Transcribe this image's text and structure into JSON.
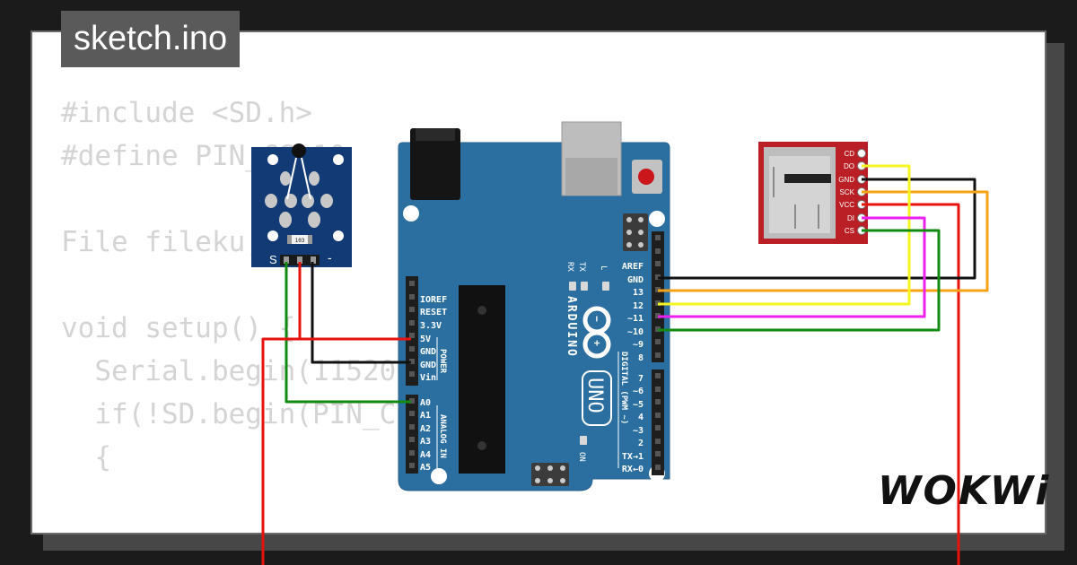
{
  "title": "sketch.ino",
  "brand": "WOKWi",
  "code": {
    "lines": [
      "#include <SD.h>",
      "#define PIN_CS 10",
      "",
      "File fileku,root;",
      "",
      "void setup() {",
      "  Serial.begin(115200);",
      "  if(!SD.begin(PIN_CS))",
      "  {"
    ]
  },
  "sensor": {
    "pin_minus": "-",
    "pin_s": "S",
    "chip_label": "103"
  },
  "arduino": {
    "power_pins": [
      "IOREF",
      "RESET",
      "3.3V",
      "5V",
      "GND",
      "GND",
      "Vin"
    ],
    "power_label": "POWER",
    "analog_pins": [
      "A0",
      "A1",
      "A2",
      "A3",
      "A4",
      "A5"
    ],
    "analog_label": "ANALOG IN",
    "digital_top": [
      "AREF",
      "GND",
      "13",
      "12",
      "~11",
      "~10",
      "~9",
      "8"
    ],
    "digital_bottom": [
      "7",
      "~6",
      "~5",
      "4",
      "~3",
      "2",
      "TX→1",
      "RX←0"
    ],
    "digital_label": "DIGITAL (PWM ~)",
    "logo_text": "ARDUINO",
    "model": "UNO",
    "led_tx": "TX",
    "led_rx": "RX",
    "led_l": "L",
    "led_on": "ON"
  },
  "sd_module": {
    "pins": [
      "CD",
      "DO",
      "GND",
      "SCK",
      "VCC",
      "DI",
      "CS"
    ]
  },
  "wire_colors": {
    "red": "#e8120c",
    "black": "#111111",
    "green": "#118a12",
    "yellow": "#f5f520",
    "orange": "#f5a316",
    "magenta": "#ee20ee"
  },
  "colors": {
    "board": "#2b6fa1",
    "sensor_board": "#123a75",
    "sd_board": "#b91f24"
  }
}
